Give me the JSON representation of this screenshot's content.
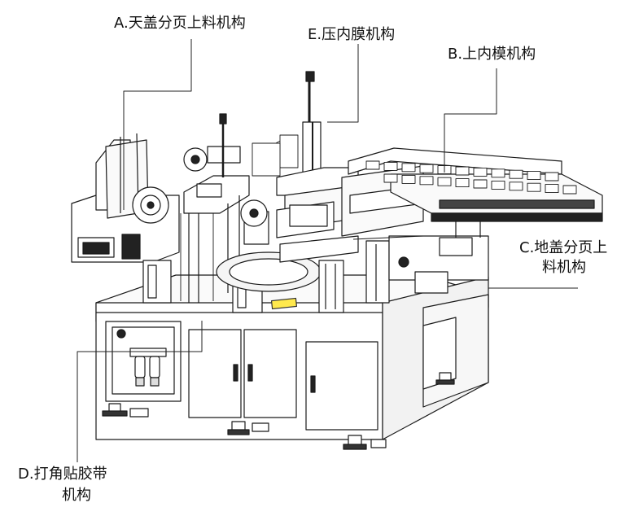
{
  "labels": {
    "a": "A.天盖分页上料机构",
    "e": "E.压内膜机构",
    "b": "B.上内模机构",
    "c_line1": "C.地盖分页上",
    "c_line2": "料机构",
    "d_line1": "D.打角贴胶带",
    "d_line2": "机构"
  },
  "colors": {
    "line": "#1a1a1a",
    "fill": "#ffffff",
    "shade": "#d9d9d9",
    "accent": "#ffe94d"
  }
}
